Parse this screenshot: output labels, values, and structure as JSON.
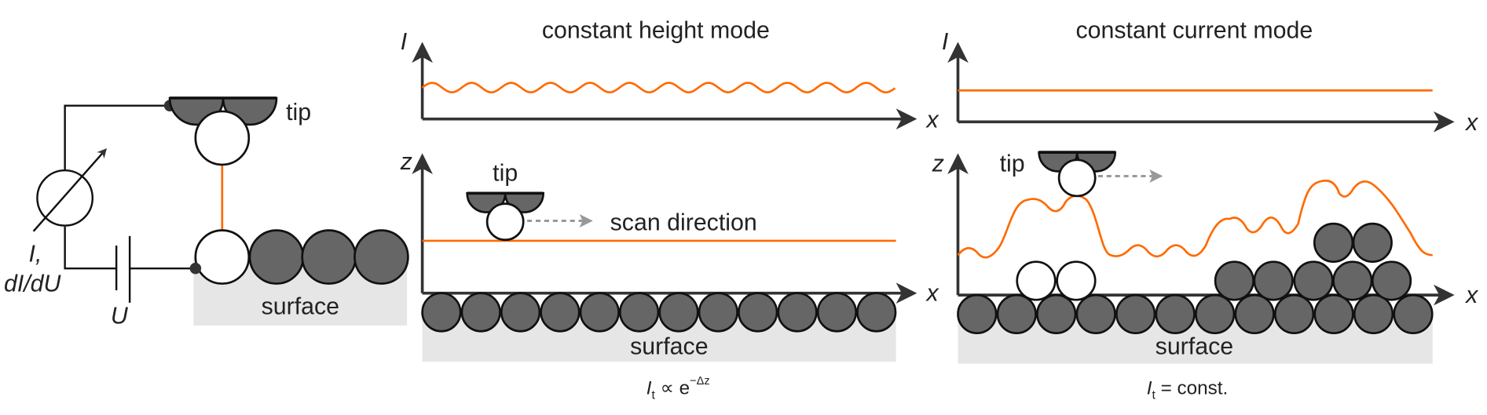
{
  "circuit": {
    "tip_label": "tip",
    "current_label": "I,",
    "derivative_label": "dI/dU",
    "voltage_label": "U",
    "surface_label": "surface"
  },
  "constant_height": {
    "title": "constant height mode",
    "current_axis": "I",
    "x_axis_top": "x",
    "z_axis": "z",
    "x_axis_bottom": "x",
    "tip_label": "tip",
    "scan_label": "scan direction",
    "surface_label": "surface",
    "formula_I": "I",
    "formula_sub": "t",
    "formula_rest": " ∝ e",
    "formula_sup": "−Δz"
  },
  "constant_current": {
    "title": "constant current mode",
    "current_axis": "I",
    "x_axis_top": "x",
    "z_axis": "z",
    "x_axis_bottom": "x",
    "tip_label": "tip",
    "surface_label": "surface",
    "formula_I": "I",
    "formula_sub": "t",
    "formula_rest": " = const."
  },
  "colors": {
    "signal": "#ff6a00",
    "atom": "#666666",
    "surface": "#e6e6e6"
  }
}
